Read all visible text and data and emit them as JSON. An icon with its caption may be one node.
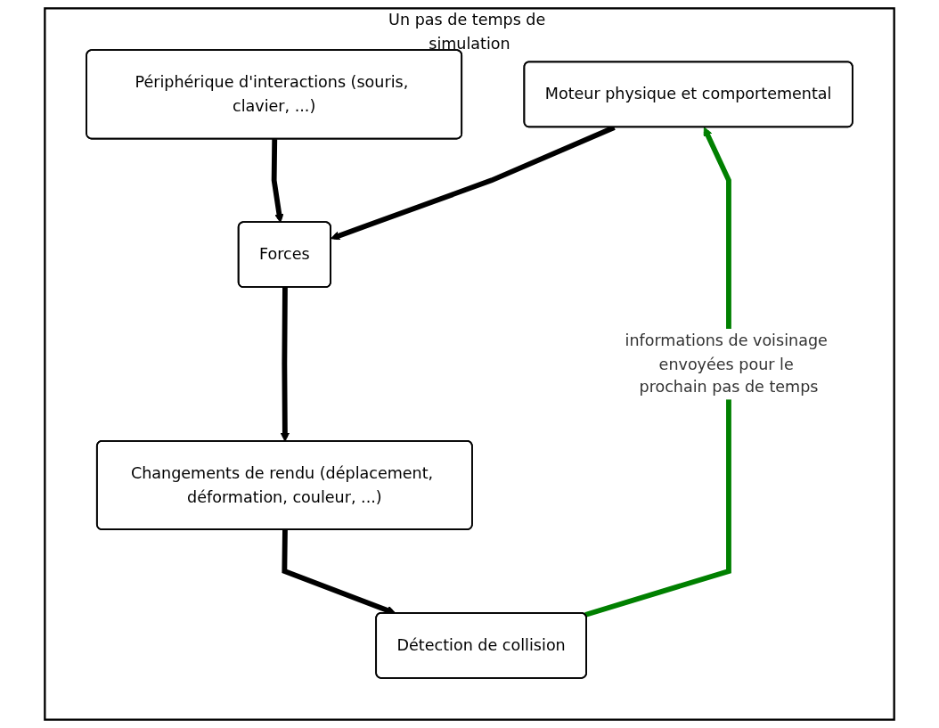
{
  "diagram": {
    "nodes": [
      {
        "text": [
          "Un pas de temps de simulation"
        ]
      },
      {
        "text": [
          "Périphérique d'interactions (souris, clavier, ...)"
        ],
        "in": 0
      },
      {
        "text": [
          "Moteur physique et comportemental"
        ],
        "in": 0
      },
      {
        "text": [
          "Forces"
        ],
        "in": 0
      },
      {
        "text": [
          "Changements de rendu (déplacement, déformation, couleur, ...)"
        ],
        "in": 0
      },
      {
        "text": [
          "Détection de collision"
        ],
        "in": 0
      }
    ],
    "edges": [
      {
        "from": 1,
        "to": 3,
        "arrow": "to"
      },
      {
        "from": 2,
        "to": 3,
        "arrow": "to"
      },
      {
        "from": 3,
        "to": 4,
        "arrow": "to"
      },
      {
        "from": 4,
        "to": 5,
        "arrow": "to"
      },
      {
        "from": 5,
        "to": 2,
        "arrow": "to",
        "color": "#008000",
        "label": "informations de voisinage envoyées pour le prochain pas de temps"
      }
    ]
  }
}
